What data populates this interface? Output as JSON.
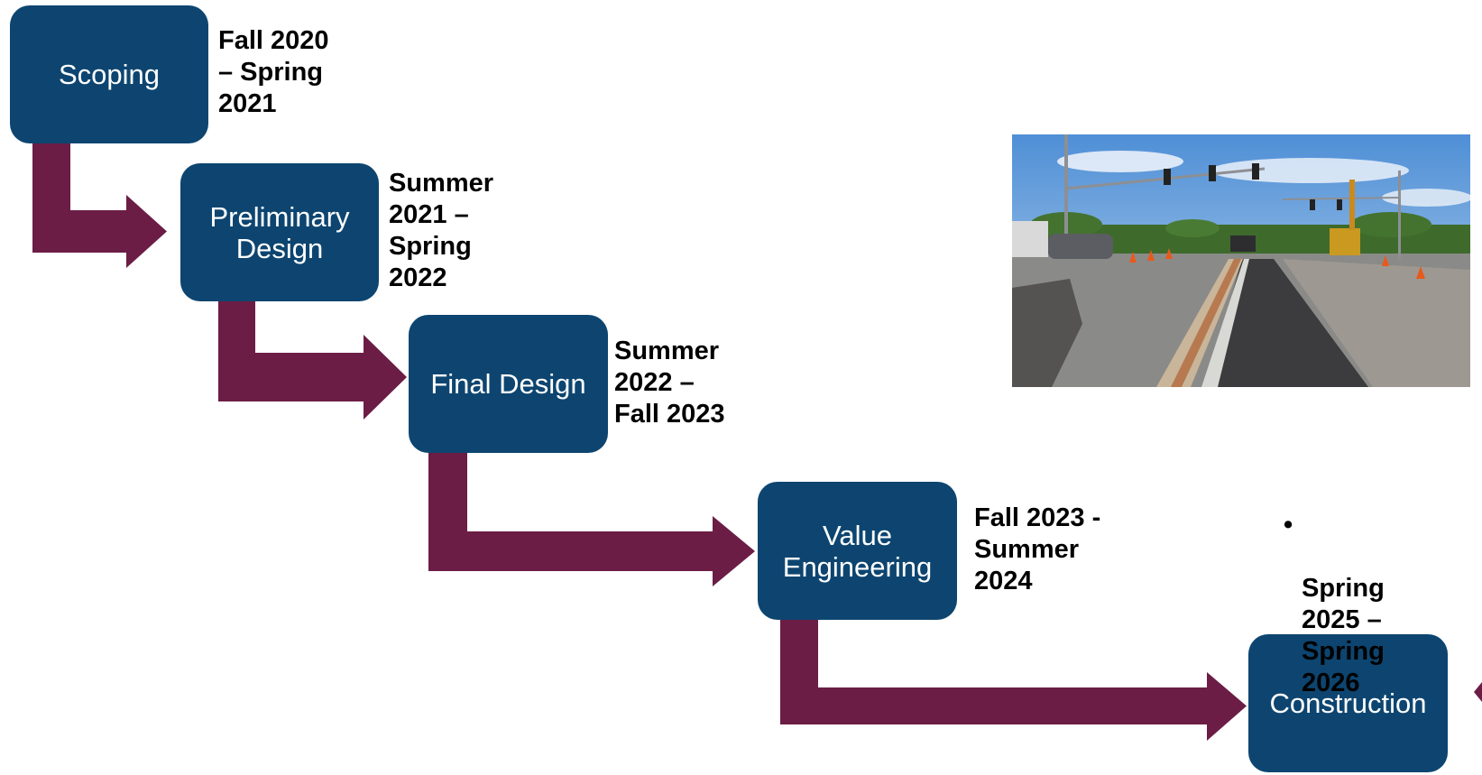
{
  "colors": {
    "phase_box": "#0d4570",
    "arrow": "#6b1d45",
    "sky": "#6fa8dc",
    "road": "#7a7a78",
    "asphalt": "#3c3c3e",
    "trees": "#3e6b2c"
  },
  "phases": [
    {
      "label": "Scoping",
      "dates": "Fall 2020\n– Spring\n2021"
    },
    {
      "label": "Preliminary\nDesign",
      "dates": "Summer\n2021 –\nSpring\n2022"
    },
    {
      "label": "Final Design",
      "dates": "Summer\n2022 –\nFall 2023"
    },
    {
      "label": "Value\nEngineering",
      "dates": "Fall 2023 -\nSummer\n2024"
    },
    {
      "label": "Construction",
      "dates": "Spring\n2025 –\nSpring\n2026",
      "bullet": "•"
    }
  ],
  "photo": {
    "icon": "road-construction-photo"
  }
}
